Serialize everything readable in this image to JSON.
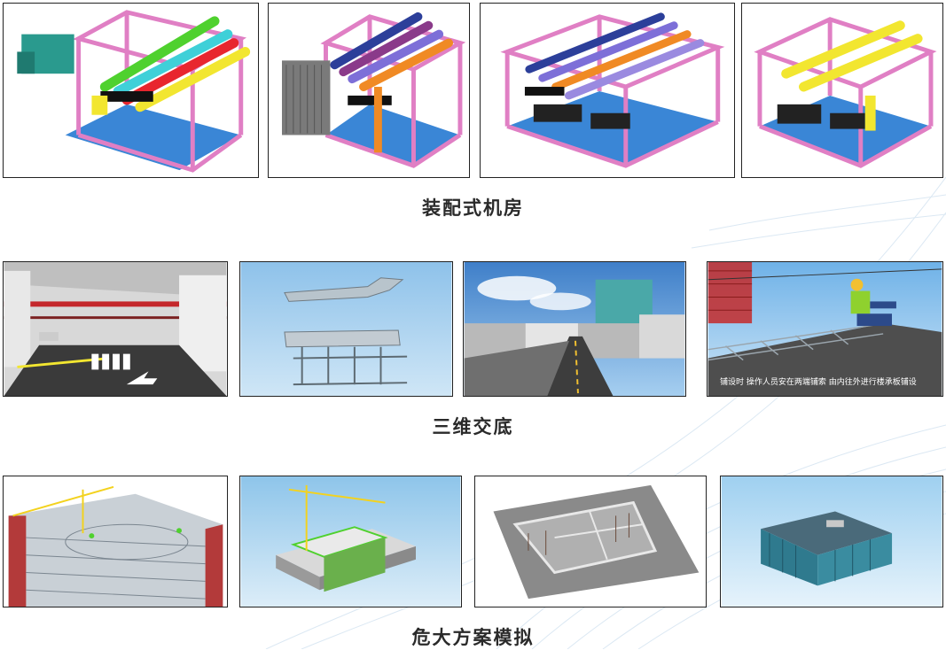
{
  "sections": [
    {
      "caption": "装配式机房"
    },
    {
      "caption": "三维交底"
    },
    {
      "caption": "危大方案模拟"
    }
  ],
  "tiles": {
    "handover_4_overlay": "铺设时 操作人员安在两端铺索 由内往外进行楼承板铺设"
  },
  "colors": {
    "frame_pink": "#e07fc4",
    "floor_blue": "#3a86d6",
    "pipe_yellow": "#f2e630",
    "pipe_red": "#e8262e",
    "pipe_cyan": "#3fd0d8",
    "pipe_green": "#4fd12e",
    "pipe_orange": "#f08a24",
    "pipe_purple": "#7d6fd8",
    "pipe_navy": "#2c3f9a",
    "sky_blue": "#5ba7e0",
    "crane_yellow": "#f3d21e"
  }
}
